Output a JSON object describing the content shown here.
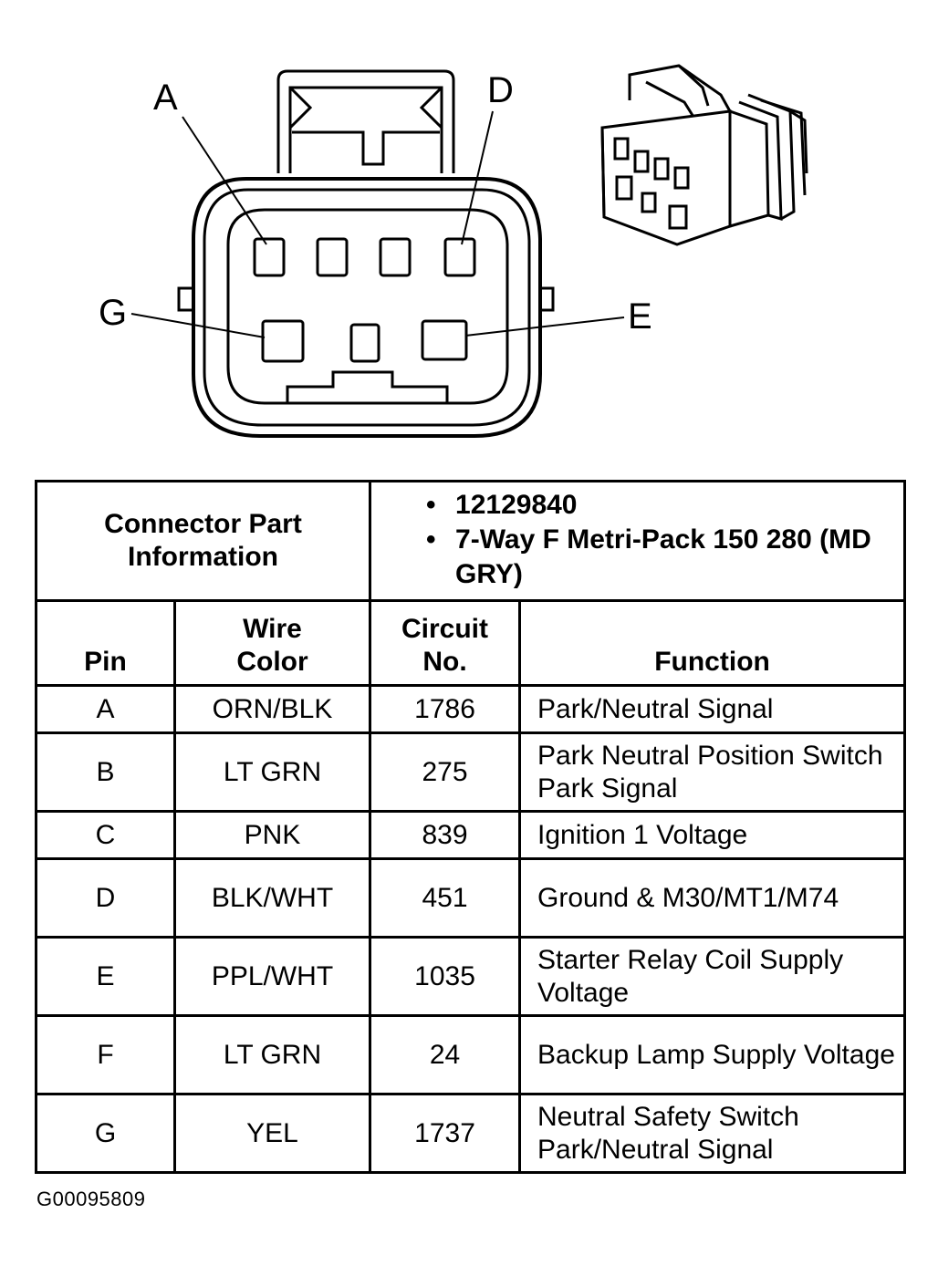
{
  "connector_face": {
    "labels": {
      "A": "A",
      "D": "D",
      "G": "G",
      "E": "E"
    }
  },
  "table": {
    "connector_part_info_label": "Connector Part Information",
    "part_info": [
      "12129840",
      "7-Way F Metri-Pack 150 280 (MD GRY)"
    ],
    "headers": {
      "pin": "Pin",
      "wire_color_line1": "Wire",
      "wire_color_line2": "Color",
      "circuit_line1": "Circuit",
      "circuit_line2": "No.",
      "function": "Function"
    },
    "rows": [
      {
        "pin": "A",
        "wire": "ORN/BLK",
        "circuit": "1786",
        "function": "Park/Neutral Signal"
      },
      {
        "pin": "B",
        "wire": "LT GRN",
        "circuit": "275",
        "function": "Park Neutral Position Switch Park Signal"
      },
      {
        "pin": "C",
        "wire": "PNK",
        "circuit": "839",
        "function": "Ignition 1 Voltage"
      },
      {
        "pin": "D",
        "wire": "BLK/WHT",
        "circuit": "451",
        "function": "Ground & M30/MT1/M74"
      },
      {
        "pin": "E",
        "wire": "PPL/WHT",
        "circuit": "1035",
        "function": "Starter Relay Coil Supply Voltage"
      },
      {
        "pin": "F",
        "wire": "LT GRN",
        "circuit": "24",
        "function": "Backup Lamp Supply Voltage"
      },
      {
        "pin": "G",
        "wire": "YEL",
        "circuit": "1737",
        "function": "Neutral Safety Switch Park/Neutral Signal"
      }
    ]
  },
  "figure_id": "G00095809"
}
